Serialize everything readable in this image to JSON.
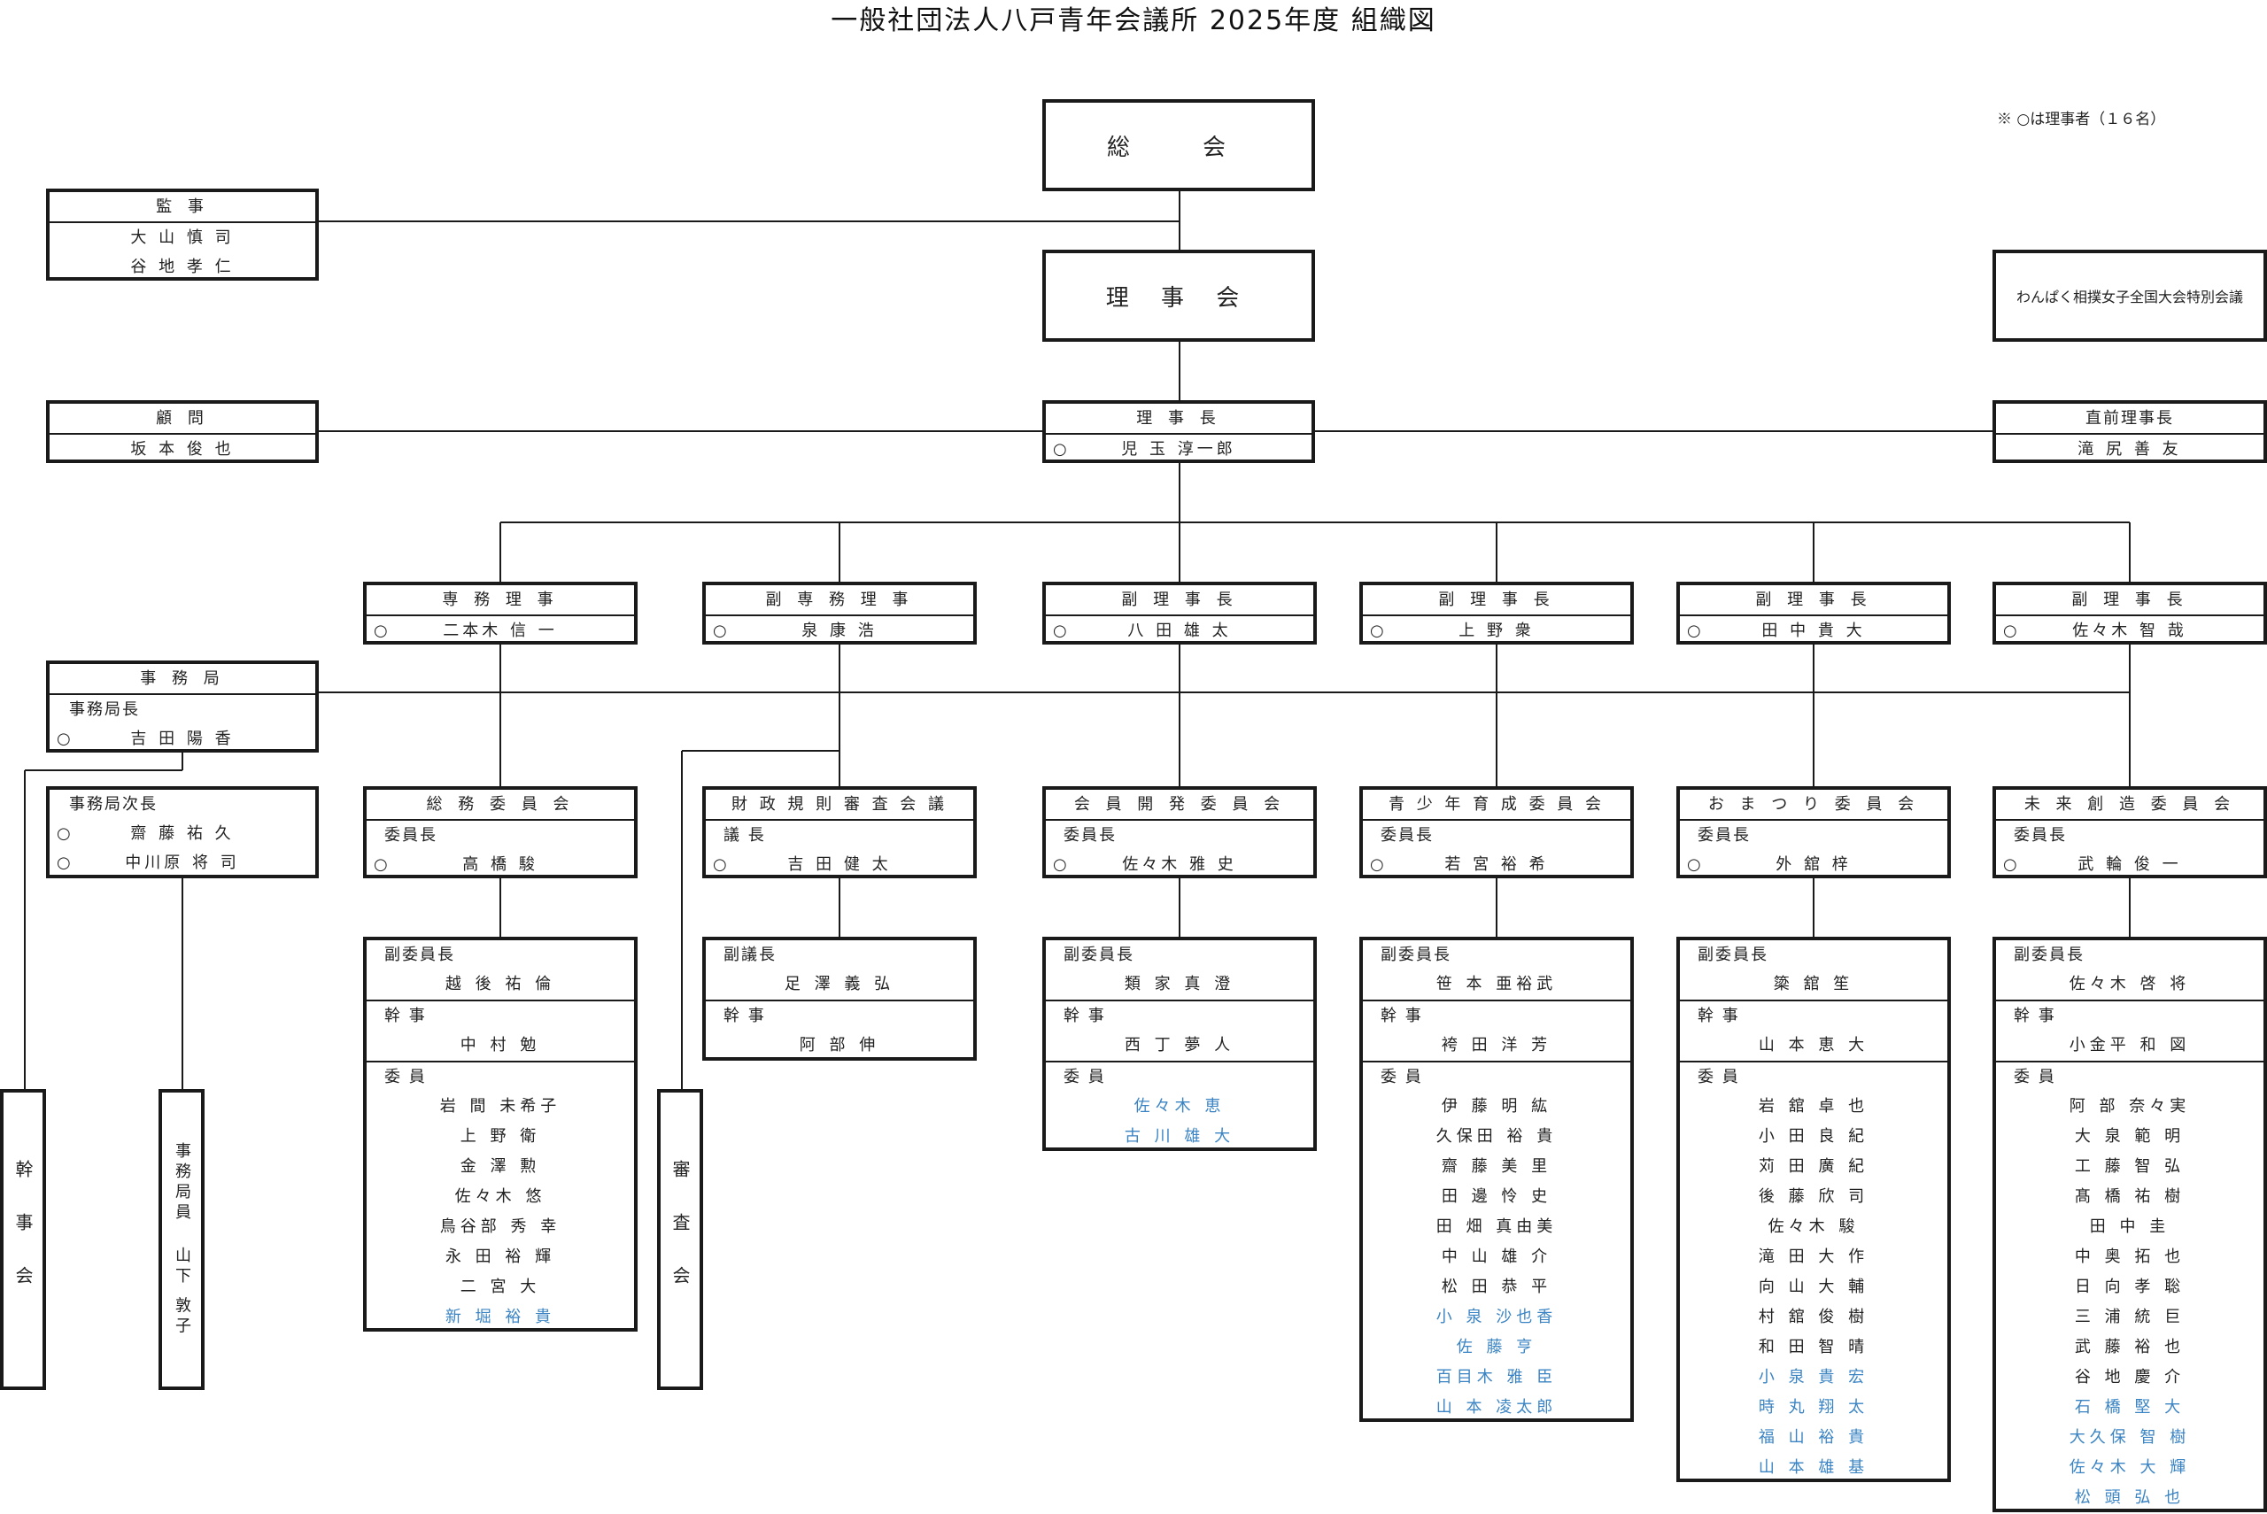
{
  "title": "一般社団法人八戸青年会議所 2025年度 組織図",
  "note": "※ ○は理事者（１６名）",
  "soukai": "総　会",
  "rijikai": "理 事 会",
  "special": "わんぱく相撲女子全国大会特別会議",
  "kanji": {
    "title": "監 事",
    "members": [
      "大 山 慎 司",
      "谷 地 孝 仁"
    ]
  },
  "komon": {
    "title": "顧 問",
    "members": [
      "坂 本 俊 也"
    ]
  },
  "chokuzen": {
    "title": "直前理事長",
    "members": [
      "滝 尻 善 友"
    ]
  },
  "rijicho": {
    "title": "理 事 長",
    "mark": "○",
    "name": "児 玉 淳一郎"
  },
  "officers": [
    {
      "title": "専 務 理 事",
      "mark": "○",
      "name": "二本木 信 一"
    },
    {
      "title": "副 専 務 理 事",
      "mark": "○",
      "name": "泉 康 浩"
    },
    {
      "title": "副 理 事 長",
      "mark": "○",
      "name": "八 田 雄 太"
    },
    {
      "title": "副 理 事 長",
      "mark": "○",
      "name": "上 野 衆"
    },
    {
      "title": "副 理 事 長",
      "mark": "○",
      "name": "田 中 貴 大"
    },
    {
      "title": "副 理 事 長",
      "mark": "○",
      "name": "佐々木 智 哉"
    }
  ],
  "jimukyoku": {
    "title": "事 務 局",
    "role": "事務局長",
    "mark": "○",
    "name": "吉 田 陽 香"
  },
  "jimukyoku_jicho": {
    "role": "事務局次長",
    "members": [
      {
        "mark": "○",
        "name": "齋 藤 祐 久"
      },
      {
        "mark": "○",
        "name": "中川原 将 司"
      }
    ]
  },
  "kanjikai": "幹事会",
  "jimukyokuin": {
    "title": "事務局員",
    "name": "山下 敦子"
  },
  "shinsakai": "審査会",
  "committees": [
    {
      "title": "総 務 委 員 会",
      "role": "委員長",
      "mark": "○",
      "name": "高 橋 駿"
    },
    {
      "title": "財 政 規 則 審 査 会 議",
      "role": "議 長",
      "mark": "○",
      "name": "吉 田 健 太"
    },
    {
      "title": "会 員 開 発 委 員 会",
      "role": "委員長",
      "mark": "○",
      "name": "佐々木 雅 史"
    },
    {
      "title": "青 少 年 育 成 委 員 会",
      "role": "委員長",
      "mark": "○",
      "name": "若 宮 裕 希"
    },
    {
      "title": "お ま つ り 委 員 会",
      "role": "委員長",
      "mark": "○",
      "name": "外 舘 梓"
    },
    {
      "title": "未 来 創 造 委 員 会",
      "role": "委員長",
      "mark": "○",
      "name": "武 輪 俊 一"
    }
  ],
  "details": [
    {
      "sections": [
        {
          "label": "副委員長",
          "members": [
            {
              "name": "越 後 祐 倫"
            }
          ]
        },
        {
          "label": "幹 事",
          "members": [
            {
              "name": "中 村 勉"
            }
          ]
        },
        {
          "label": "委 員",
          "members": [
            {
              "name": "岩 間 未希子"
            },
            {
              "name": "上 野 衛"
            },
            {
              "name": "金 澤 勲"
            },
            {
              "name": "佐々木 悠"
            },
            {
              "name": "鳥谷部 秀 幸"
            },
            {
              "name": "永 田 裕 輝"
            },
            {
              "name": "二 宮 大"
            },
            {
              "name": "新 堀 裕 貴",
              "blue": true
            }
          ]
        }
      ]
    },
    {
      "sections": [
        {
          "label": "副議長",
          "members": [
            {
              "name": "足 澤 義 弘"
            }
          ]
        },
        {
          "label": "幹 事",
          "members": [
            {
              "name": "阿 部 伸"
            }
          ]
        }
      ]
    },
    {
      "sections": [
        {
          "label": "副委員長",
          "members": [
            {
              "name": "類 家 真 澄"
            }
          ]
        },
        {
          "label": "幹 事",
          "members": [
            {
              "name": "西 丁 夢 人"
            }
          ]
        },
        {
          "label": "委 員",
          "members": [
            {
              "name": "佐々木 恵",
              "blue": true
            },
            {
              "name": "古 川 雄 大",
              "blue": true
            }
          ]
        }
      ]
    },
    {
      "sections": [
        {
          "label": "副委員長",
          "members": [
            {
              "name": "笹 本 亜裕武"
            }
          ]
        },
        {
          "label": "幹 事",
          "members": [
            {
              "name": "袴 田 洋 芳"
            }
          ]
        },
        {
          "label": "委 員",
          "members": [
            {
              "name": "伊 藤 明 紘"
            },
            {
              "name": "久保田 裕 貴"
            },
            {
              "name": "齋 藤 美 里"
            },
            {
              "name": "田 邊 怜 史"
            },
            {
              "name": "田 畑 真由美"
            },
            {
              "name": "中 山 雄 介"
            },
            {
              "name": "松 田 恭 平"
            },
            {
              "name": "小 泉 沙也香",
              "blue": true
            },
            {
              "name": "佐 藤 亨",
              "blue": true
            },
            {
              "name": "百目木 雅 臣",
              "blue": true
            },
            {
              "name": "山 本 凌太郎",
              "blue": true
            }
          ]
        }
      ]
    },
    {
      "sections": [
        {
          "label": "副委員長",
          "members": [
            {
              "name": "簗 舘 笙"
            }
          ]
        },
        {
          "label": "幹 事",
          "members": [
            {
              "name": "山 本 恵 大"
            }
          ]
        },
        {
          "label": "委 員",
          "members": [
            {
              "name": "岩 舘 卓 也"
            },
            {
              "name": "小 田 良 紀"
            },
            {
              "name": "苅 田 廣 紀"
            },
            {
              "name": "後 藤 欣 司"
            },
            {
              "name": "佐々木 駿"
            },
            {
              "name": "滝 田 大 作"
            },
            {
              "name": "向 山 大 輔"
            },
            {
              "name": "村 舘 俊 樹"
            },
            {
              "name": "和 田 智 晴"
            },
            {
              "name": "小 泉 貴 宏",
              "blue": true
            },
            {
              "name": "時 丸 翔 太",
              "blue": true
            },
            {
              "name": "福 山 裕 貴",
              "blue": true
            },
            {
              "name": "山 本 雄 基",
              "blue": true
            }
          ]
        }
      ]
    },
    {
      "sections": [
        {
          "label": "副委員長",
          "members": [
            {
              "name": "佐々木 啓 将"
            }
          ]
        },
        {
          "label": "幹 事",
          "members": [
            {
              "name": "小金平 和 図"
            }
          ]
        },
        {
          "label": "委 員",
          "members": [
            {
              "name": "阿 部 奈々実"
            },
            {
              "name": "大 泉 範 明"
            },
            {
              "name": "工 藤 智 弘"
            },
            {
              "name": "髙 橋 祐 樹"
            },
            {
              "name": "田 中 圭"
            },
            {
              "name": "中 奥 拓 也"
            },
            {
              "name": "日 向 孝 聡"
            },
            {
              "name": "三 浦 統 巨"
            },
            {
              "name": "武 藤 裕 也"
            },
            {
              "name": "谷 地 慶 介"
            },
            {
              "name": "石 橋 堅 大",
              "blue": true
            },
            {
              "name": "大久保 智 樹",
              "blue": true
            },
            {
              "name": "佐々木 大 輝",
              "blue": true
            },
            {
              "name": "松 頭 弘 也",
              "blue": true
            }
          ]
        }
      ]
    }
  ],
  "colors": {
    "line": "#1a1a1a",
    "new_member": "#3b84c4"
  }
}
